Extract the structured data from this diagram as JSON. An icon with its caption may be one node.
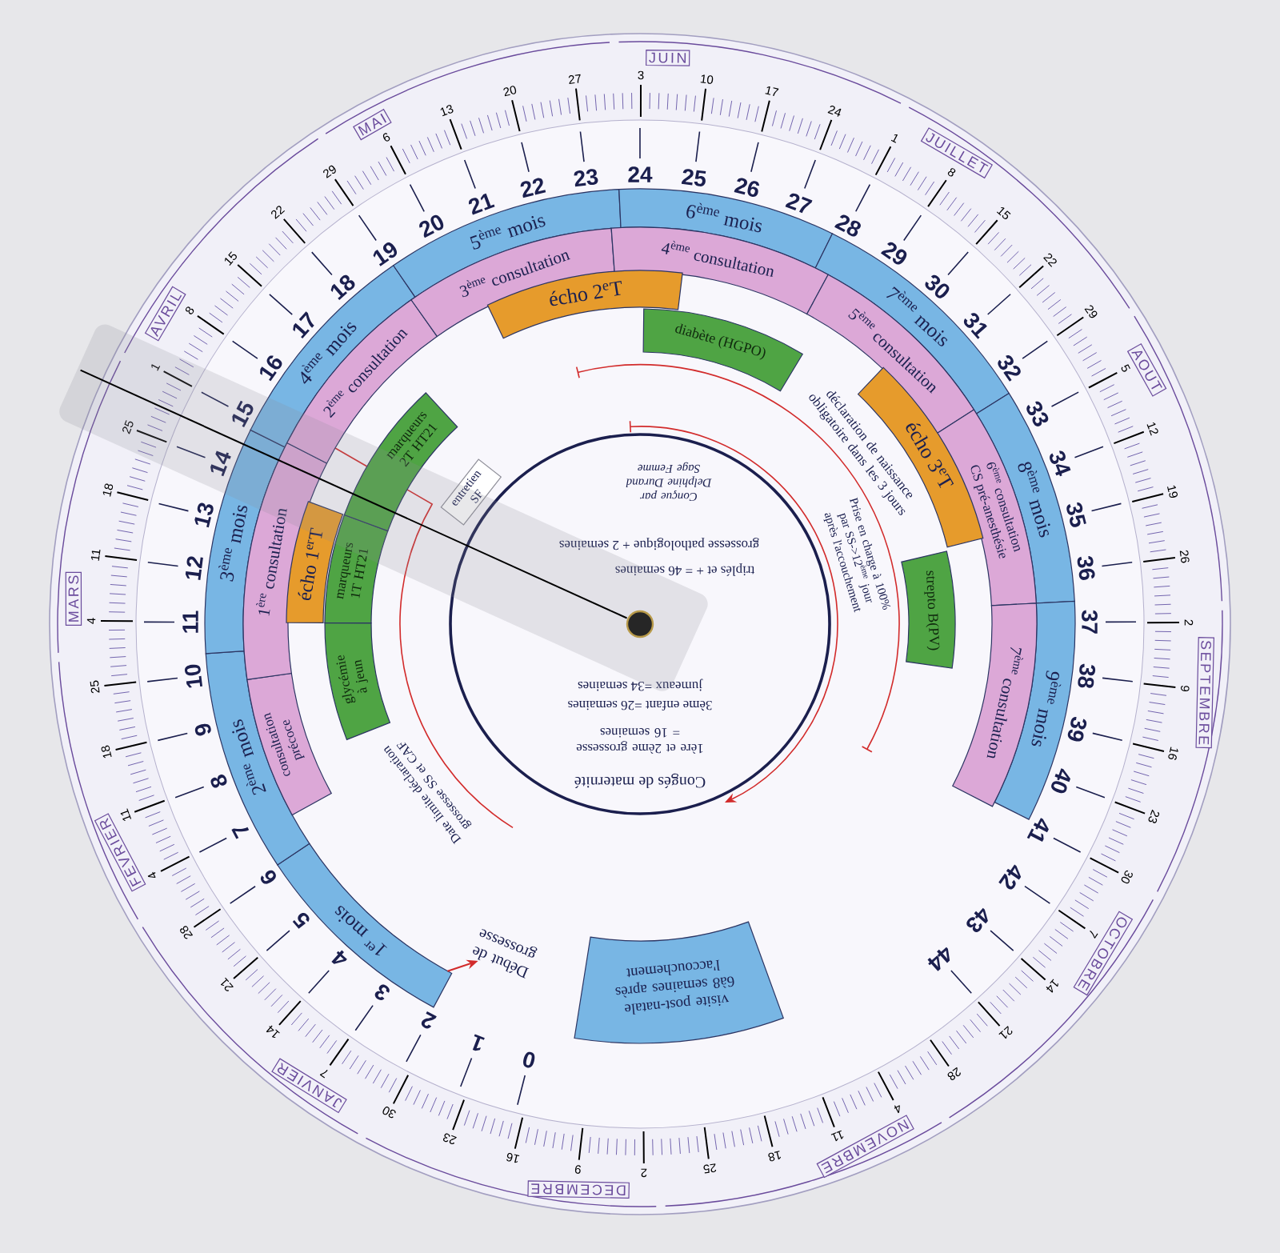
{
  "diagram": {
    "nodes": [
      {
        "text": [
          "JANVIER"
        ]
      },
      {
        "text": [
          "FEVRIER"
        ]
      },
      {
        "text": [
          "MARS"
        ]
      },
      {
        "text": [
          "AVRIL"
        ]
      },
      {
        "text": [
          "MAI"
        ]
      },
      {
        "text": [
          "JUIN"
        ]
      },
      {
        "text": [
          "JUILLET"
        ]
      },
      {
        "text": [
          "AOUT"
        ]
      },
      {
        "text": [
          "SEPTEMBRE"
        ]
      },
      {
        "text": [
          "OCTOBRE"
        ]
      },
      {
        "text": [
          "NOVEMBRE"
        ]
      },
      {
        "text": [
          "DECEMBRE"
        ]
      },
      {
        "text": [
          "1$^{er}$ mois"
        ]
      },
      {
        "text": [
          "2$^{ème}$ mois"
        ]
      },
      {
        "text": [
          "3$^{ème}$ mois"
        ]
      },
      {
        "text": [
          "4$^{ème}$ mois"
        ]
      },
      {
        "text": [
          "5$^{ème}$ mois"
        ]
      },
      {
        "text": [
          "6$^{ème}$ mois"
        ]
      },
      {
        "text": [
          "7$^{ème}$ mois"
        ]
      },
      {
        "text": [
          "8$^{ème}$ mois"
        ]
      },
      {
        "text": [
          "9$^{ème}$ mois"
        ]
      },
      {
        "text": [
          "consultation précoce"
        ]
      },
      {
        "text": [
          "1$^{ère}$ consultation"
        ]
      },
      {
        "text": [
          "2$^{ème}$ consultation"
        ]
      },
      {
        "text": [
          "3$^{ème}$ consultation"
        ]
      },
      {
        "text": [
          "4$^{ème}$ consultation"
        ]
      },
      {
        "text": [
          "5$^{ème}$ consultation"
        ]
      },
      {
        "text": [
          "6$^{ème}$ consultation",
          "CS pré-anesthésie"
        ]
      },
      {
        "text": [
          "7$^{ème}$ consultation"
        ]
      },
      {
        "text": [
          "glycémie à jeun"
        ]
      },
      {
        "text": [
          "écho 1$^{er}$T"
        ]
      },
      {
        "text": [
          "marqueurs 1T HT21"
        ]
      },
      {
        "text": [
          "marqueurs 2T HT21"
        ]
      },
      {
        "text": [
          "écho 2$^{e}$T"
        ]
      },
      {
        "text": [
          "diabète (HGPO)"
        ]
      },
      {
        "text": [
          "écho 3$^{e}$T"
        ]
      },
      {
        "text": [
          "strepto B(PV)"
        ]
      },
      {
        "text": [
          "entretien SF"
        ]
      },
      {
        "text": [
          "visite post-natale 6à8 semaines après l'accouchement"
        ]
      },
      {
        "text": [
          "Début de grossesse"
        ]
      },
      {
        "text": [
          "Congés de maternité",
          "1ère et 2ème grossesse = 16 semaines",
          "3ème enfant =26 semaines",
          "jumeaux =34 semaines",
          "triplés et + = 46 semaines",
          "grossesse pathologique + 2 semaines",
          "Conçue par Delphine Durand Sage Femme"
        ]
      }
    ],
    "edges": [
      {
        "from": 12,
        "to": 39,
        "arrow": "to"
      }
    ],
    "labels": [
      "0",
      "1",
      "2",
      "3",
      "4",
      "5",
      "6",
      "7",
      "8",
      "9",
      "10",
      "11",
      "12",
      "13",
      "14",
      "15",
      "16",
      "17",
      "18",
      "19",
      "20",
      "21",
      "22",
      "23",
      "24",
      "25",
      "26",
      "27",
      "28",
      "29",
      "30",
      "31",
      "32",
      "33",
      "34",
      "35",
      "36",
      "37",
      "38",
      "39",
      "40",
      "41",
      "42",
      "43",
      "44",
      "7",
      "14",
      "21",
      "28",
      "4",
      "11",
      "18",
      "25",
      "4",
      "11",
      "18",
      "25",
      "1",
      "8",
      "15",
      "22",
      "29",
      "6",
      "13",
      "20",
      "27",
      "3",
      "10",
      "17",
      "24",
      "1",
      "8",
      "15",
      "22",
      "29",
      "5",
      "12",
      "19",
      "26",
      "2",
      "9",
      "16",
      "23",
      "30",
      "7",
      "14",
      "21",
      "28",
      "4",
      "11",
      "18",
      "25",
      "2",
      "9",
      "16",
      "23",
      "30",
      "déclaration de naissance obligatoire dans les 3 jours",
      "Prise en charge à 100% par SS->12$^{ème}$ jour après l'accouchement",
      "Date limite déclaration grossesse SS et CAF"
    ]
  }
}
